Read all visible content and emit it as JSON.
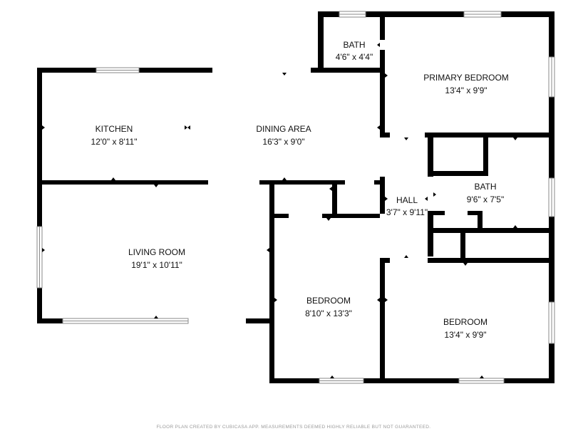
{
  "rooms": {
    "bath_top": {
      "name": "BATH",
      "dims": "4'6\" x 4'4\""
    },
    "primary_bedroom": {
      "name": "PRIMARY BEDROOM",
      "dims": "13'4\" x 9'9\""
    },
    "kitchen": {
      "name": "KITCHEN",
      "dims": "12'0\" x 8'11\""
    },
    "dining_area": {
      "name": "DINING AREA",
      "dims": "16'3\" x 9'0\""
    },
    "bath_mid": {
      "name": "BATH",
      "dims": "9'6\" x 7'5\""
    },
    "hall": {
      "name": "HALL",
      "dims": "3'7\" x 9'11\""
    },
    "living_room": {
      "name": "LIVING ROOM",
      "dims": "19'1\" x 10'11\""
    },
    "bedroom_center": {
      "name": "BEDROOM",
      "dims": "8'10\" x 13'3\""
    },
    "bedroom_right": {
      "name": "BEDROOM",
      "dims": "13'4\" x 9'9\""
    }
  },
  "footer": {
    "disclaimer": "FLOOR PLAN CREATED BY CUBICASA APP. MEASUREMENTS DEEMED HIGHLY RELIABLE BUT NOT GUARANTEED."
  },
  "colors": {
    "wall": "#000000",
    "background": "#ffffff",
    "window_frame": "#8a8a8a"
  }
}
